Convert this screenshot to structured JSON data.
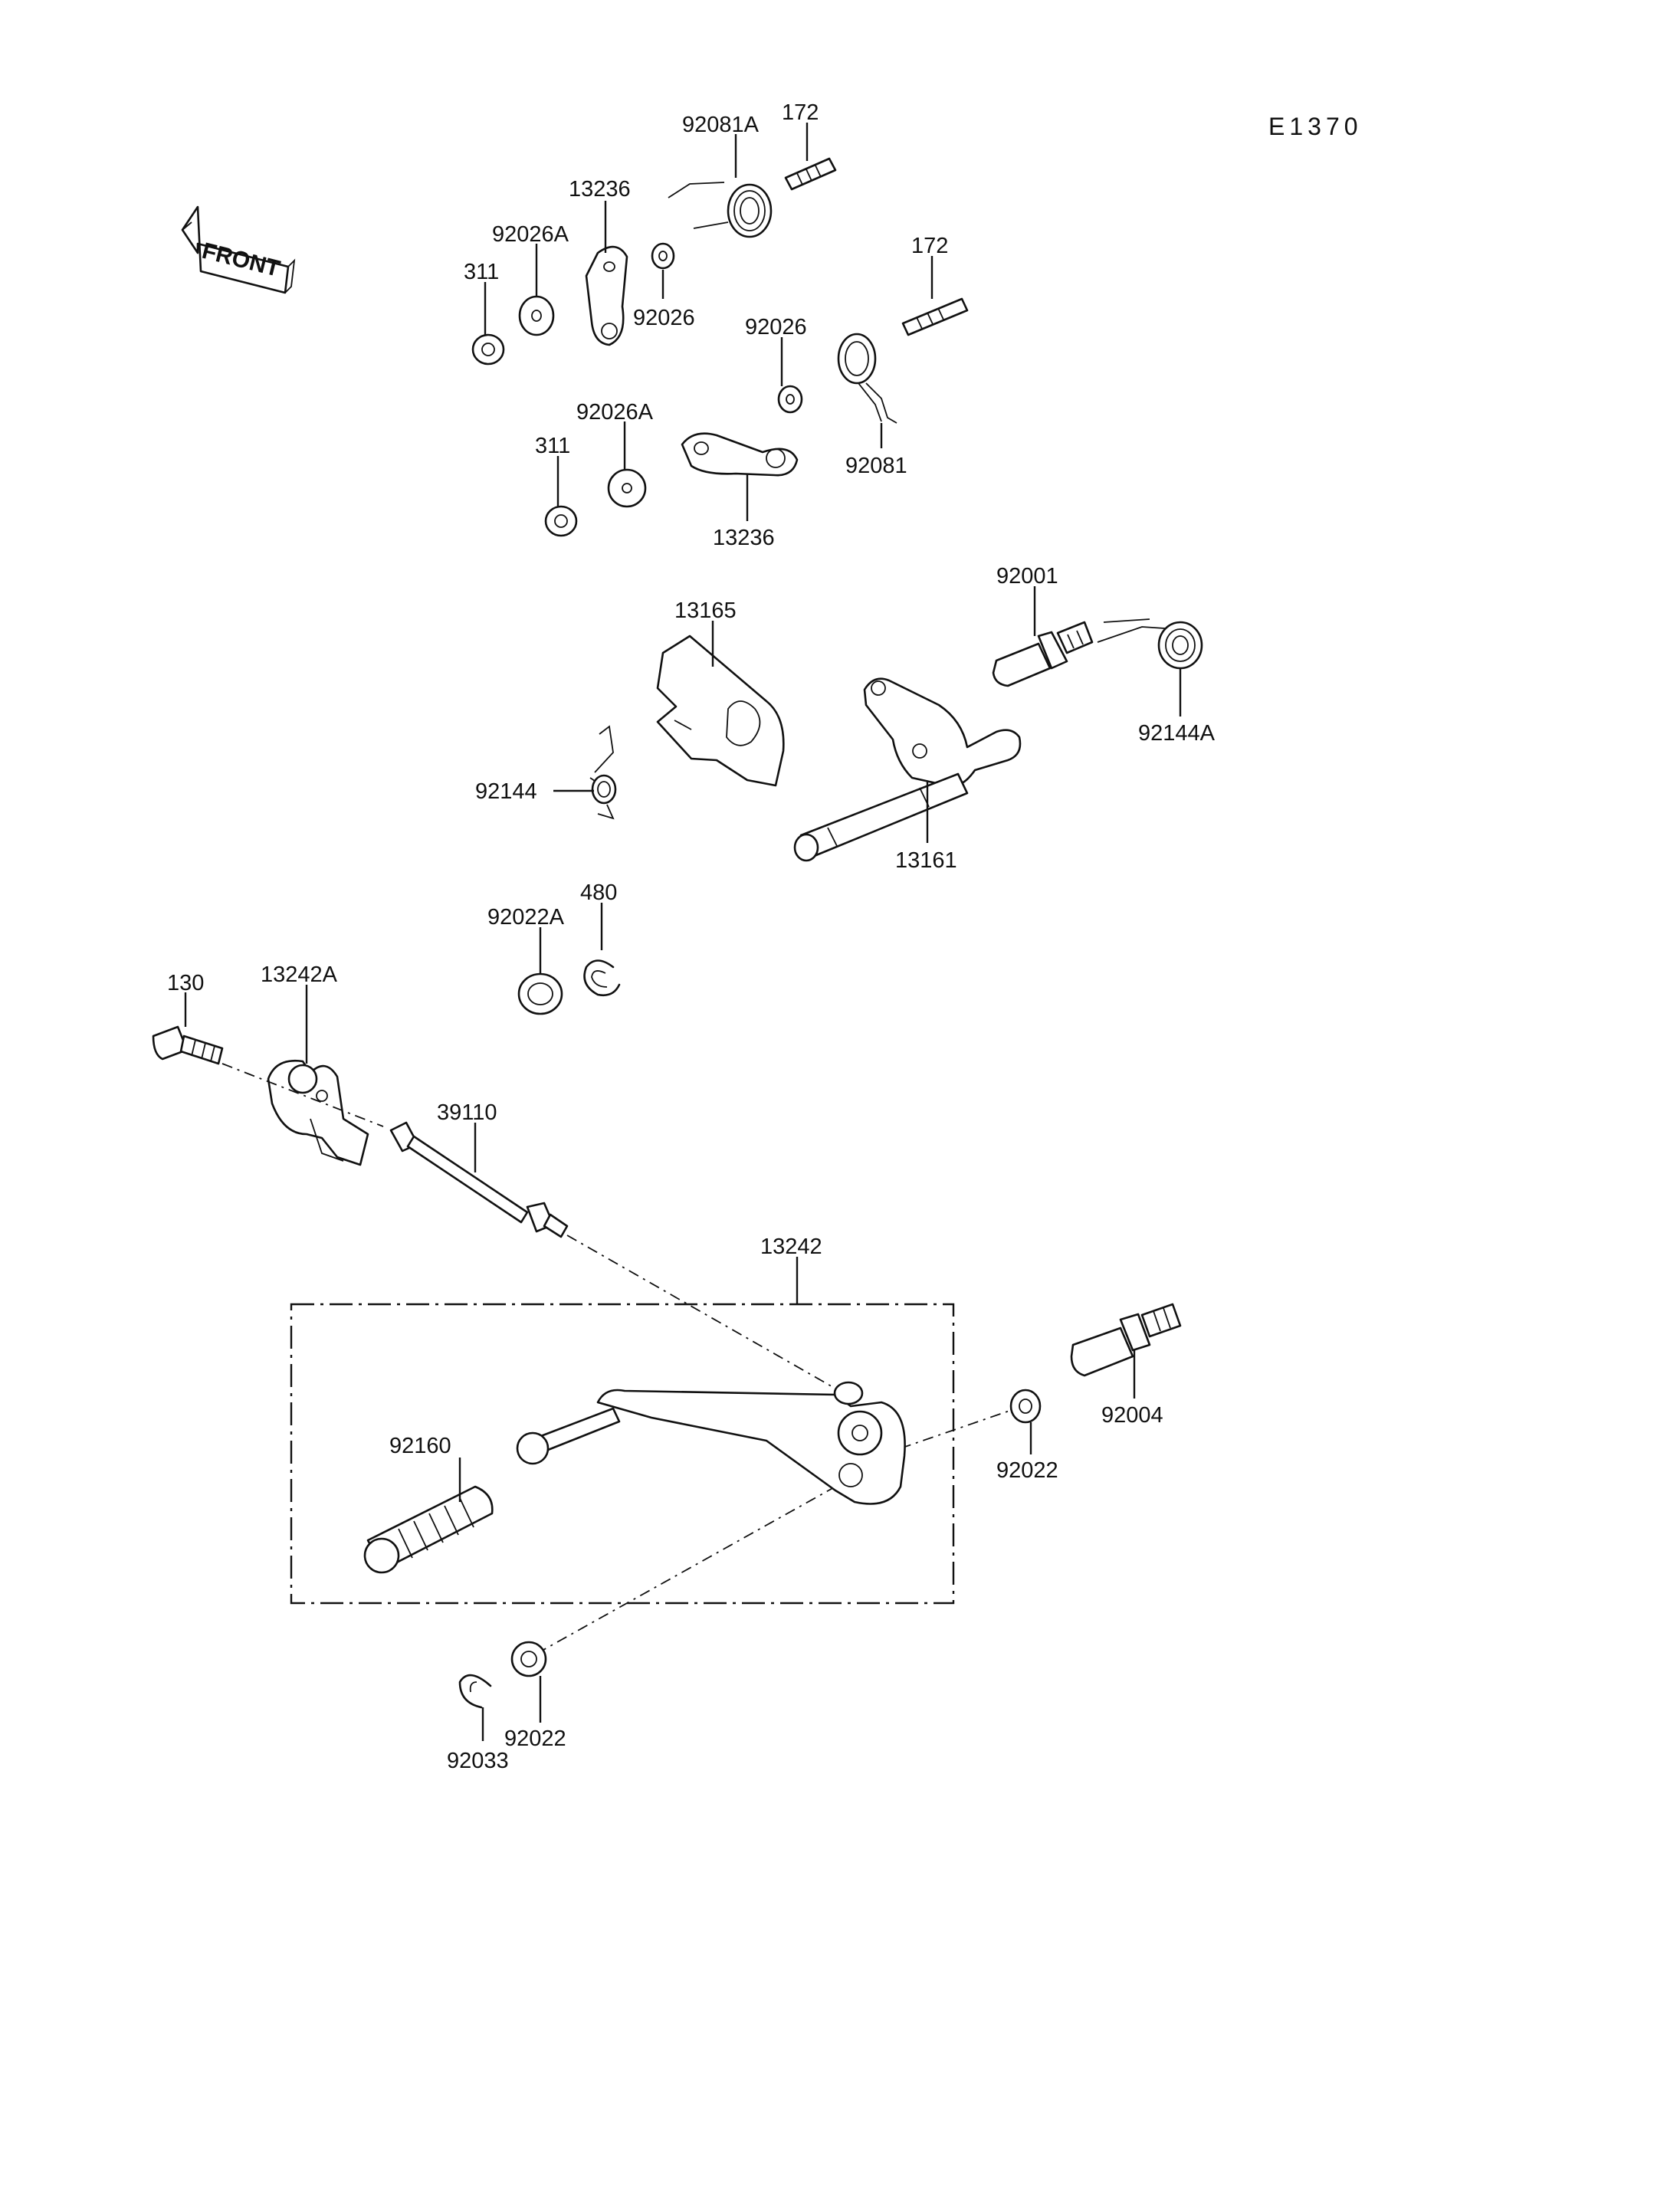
{
  "diagram_code": "E1370",
  "front_marker": "FRONT",
  "labels": {
    "p92081A": "92081A",
    "p172_top": "172",
    "p13236_top": "13236",
    "p92026A_top": "92026A",
    "p311_top": "311",
    "p92026_top": "92026",
    "p172_right": "172",
    "p92026_mid": "92026",
    "p92081": "92081",
    "p92026A_mid": "92026A",
    "p311_mid": "311",
    "p13236_mid": "13236",
    "p92001": "92001",
    "p13165": "13165",
    "p92144A": "92144A",
    "p92144": "92144",
    "p13161": "13161",
    "p480": "480",
    "p92022A": "92022A",
    "p130": "130",
    "p13242A": "13242A",
    "p39110": "39110",
    "p13242": "13242",
    "p92160": "92160",
    "p92022_right": "92022",
    "p92004": "92004",
    "p92022_bottom": "92022",
    "p92033": "92033"
  }
}
